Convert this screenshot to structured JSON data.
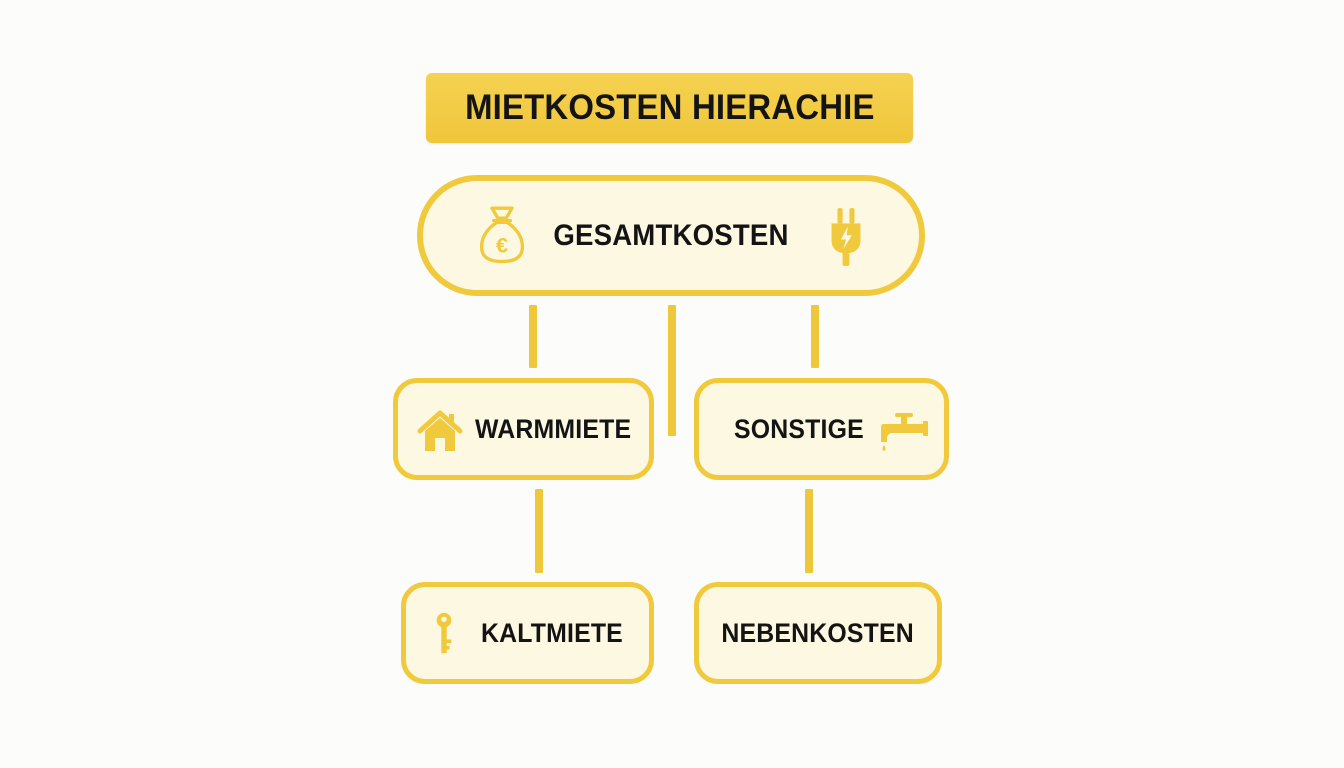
{
  "title": "MIETKOSTEN HIERACHIE",
  "colors": {
    "accent": "#f1c93c",
    "banner": "#f2cb45",
    "node_fill": "#fdf8e1",
    "text": "#141414"
  },
  "nodes": {
    "root": {
      "label": "GESAMTKOSTEN",
      "icons": [
        "money-bag-euro-icon",
        "electric-plug-icon"
      ]
    },
    "warmmiete": {
      "label": "WARMMIETE",
      "icon": "house-icon"
    },
    "sonstige": {
      "label": "SONSTIGE",
      "icon": "water-tap-icon"
    },
    "kaltmiete": {
      "label": "KALTMIETE",
      "icon": "key-icon"
    },
    "nebenkosten": {
      "label": "NEBENKOSTEN"
    }
  },
  "edges": [
    {
      "from": "GESAMTKOSTEN",
      "to": "WARMMIETE"
    },
    {
      "from": "GESAMTKOSTEN",
      "to": "SONSTIGE"
    },
    {
      "from": "WARMMIETE",
      "to": "KALTMIETE"
    },
    {
      "from": "SONSTIGE",
      "to": "NEBENKOSTEN"
    }
  ]
}
